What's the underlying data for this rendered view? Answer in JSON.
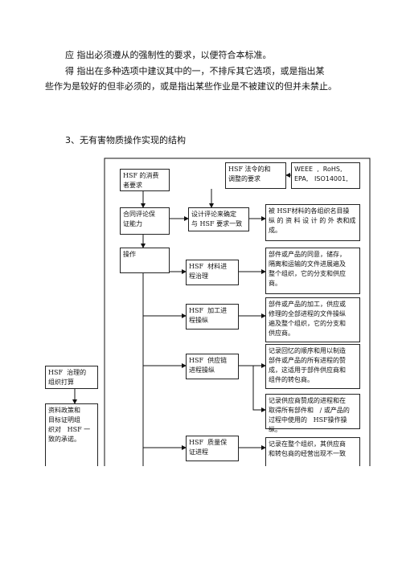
{
  "text": {
    "para1": "应  指出必须遵从的强制性的要求，以便符合本标准。",
    "para2_line1": "得  指出在多种选项中建议其中的一，不排斥其它选项，或是指出某",
    "para2_line2": "些作为是较好的但非必须的，或是指出某些作业是不被建议的但并未禁止。",
    "section_heading": "3、无有害物质操作实现的结构"
  },
  "diagram": {
    "consumer": "HSF 的消费\n者要求",
    "contract": "合同评论保\n证能力",
    "operation": "操作",
    "laws": "HSF 法令的和\n调整的要求",
    "standards": "WEEE  ,  RoHS,\nEPA,   ISO14001,",
    "design_review": "设计评论来确定\n与 HSF 要求一致",
    "design_desc": "被 HSF材料的各组织名目操\n纵 的 资 料 设 计 的 外 表和成\n成。",
    "material": "HSF  材料进\n程治理",
    "material_desc": "部件或产品的同意，储存，\n隔离和运输的文件进展遍及\n整个组织，它的分支和供应\n商。",
    "process": "HSF  加工进\n程操纵",
    "process_desc": "部件或产品的加工，供应或\n修理的全部进程的文件操纵\n遍及整个组织，它的分支和\n供应商。",
    "supply": "HSF  供应链\n进程操纵",
    "supply_desc": "记录回忆的顺序和用以制造\n部件或产品的所有进程的赞\n成，这适用于部件供应商和\n组件的转包商。",
    "supply_desc2": "记录供应商赞成的进程和在\n取得所有部件和   / 或产品的\n过程中使用的   HSF操作操纵。",
    "quality": "HSF  质量保\n证进程",
    "quality_desc": "记录在整个组织，其供应商\n和转包商的经营出现不一致",
    "governance": "HSF  治理的\n组织打算",
    "policy": "资料政策和\n目标证明组\n织对   HSF 一\n致的承诺。"
  }
}
